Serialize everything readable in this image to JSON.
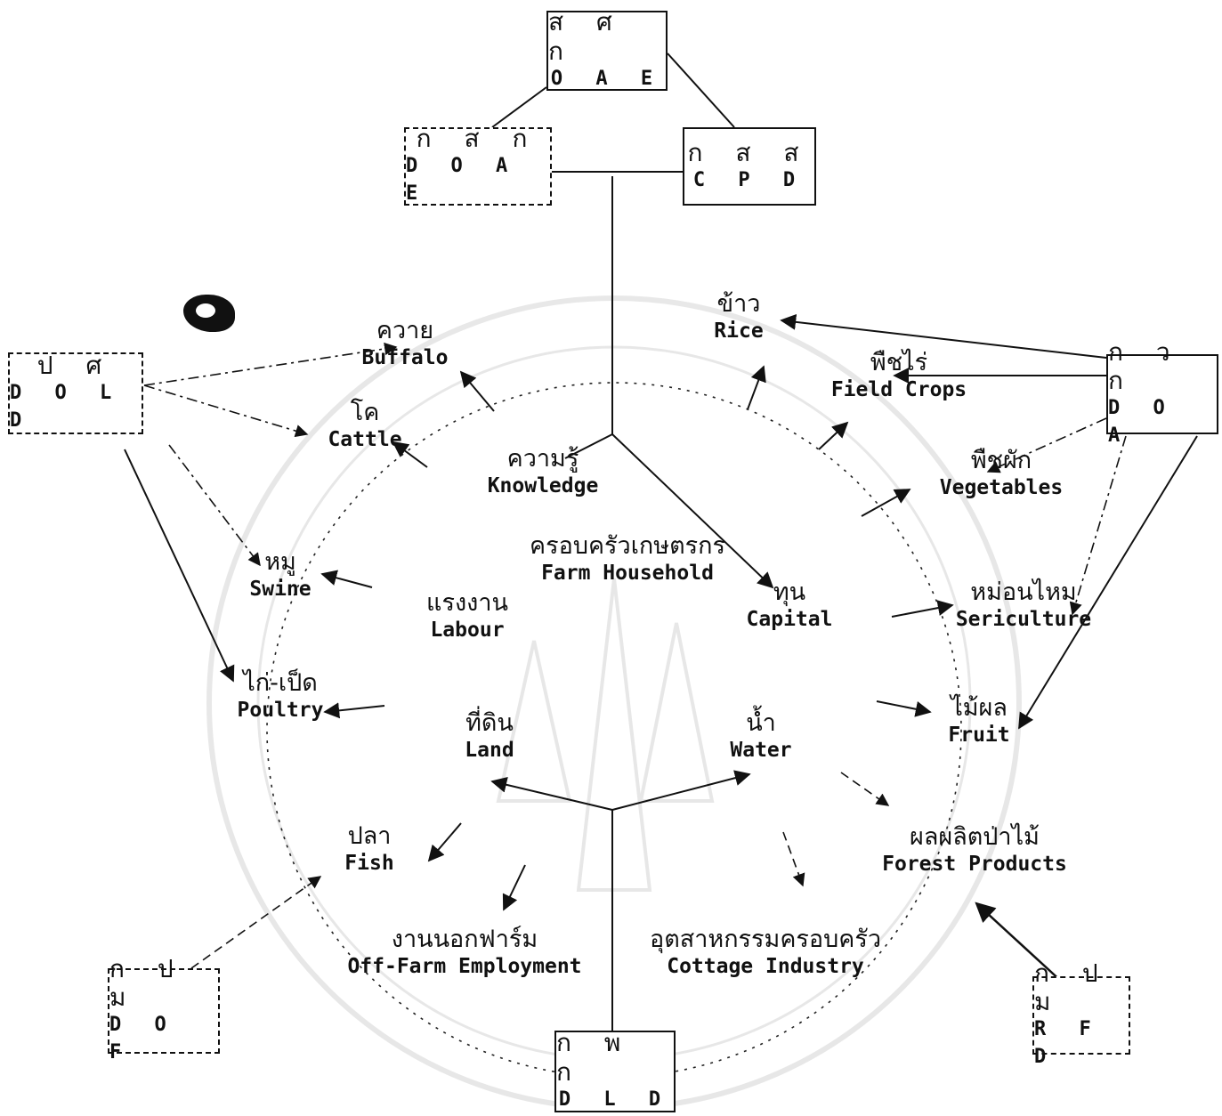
{
  "agencies": {
    "oae": {
      "th": "ส ศ ก",
      "en": "O A E"
    },
    "doae": {
      "th": "ก ส ก",
      "en": "D O A E"
    },
    "cpd": {
      "th": "ก ส ส",
      "en": "C P D"
    },
    "dold": {
      "th": "ป ศ",
      "en": "D O L D"
    },
    "doa": {
      "th": "ก ว ก",
      "en": "D O A"
    },
    "dof": {
      "th": "ก ป ม",
      "en": "D O F"
    },
    "rfd": {
      "th": "ก ป ม",
      "en": "R F D"
    },
    "dld": {
      "th": "ก พ ก",
      "en": "D L D"
    }
  },
  "center": {
    "th": "ครอบครัวเกษตรกร",
    "en": "Farm Household"
  },
  "resources": {
    "knowledge": {
      "th": "ความรู้",
      "en": "Knowledge"
    },
    "capital": {
      "th": "ทุน",
      "en": "Capital"
    },
    "labour": {
      "th": "แรงงาน",
      "en": "Labour"
    },
    "land": {
      "th": "ที่ดิน",
      "en": "Land"
    },
    "water": {
      "th": "น้ำ",
      "en": "Water"
    }
  },
  "activities": {
    "buffalo": {
      "th": "ควาย",
      "en": "Buffalo"
    },
    "cattle": {
      "th": "โค",
      "en": "Cattle"
    },
    "swine": {
      "th": "หมู",
      "en": "Swine"
    },
    "poultry": {
      "th": "ไก่-เป็ด",
      "en": "Poultry"
    },
    "rice": {
      "th": "ข้าว",
      "en": "Rice"
    },
    "field_crops": {
      "th": "พืชไร่",
      "en": "Field Crops"
    },
    "vegetables": {
      "th": "พืชผัก",
      "en": "Vegetables"
    },
    "sericulture": {
      "th": "หม่อนไหม",
      "en": "Sericulture"
    },
    "fruit": {
      "th": "ไม้ผล",
      "en": "Fruit"
    },
    "fish": {
      "th": "ปลา",
      "en": "Fish"
    },
    "off_farm": {
      "th": "งานนอกฟาร์ม",
      "en": "Off-Farm Employment"
    },
    "cottage": {
      "th": "อุตสาหกรรมครอบครัว",
      "en": "Cottage Industry"
    },
    "forest": {
      "th": "ผลผลิตป่าไม้",
      "en": "Forest Products"
    }
  }
}
